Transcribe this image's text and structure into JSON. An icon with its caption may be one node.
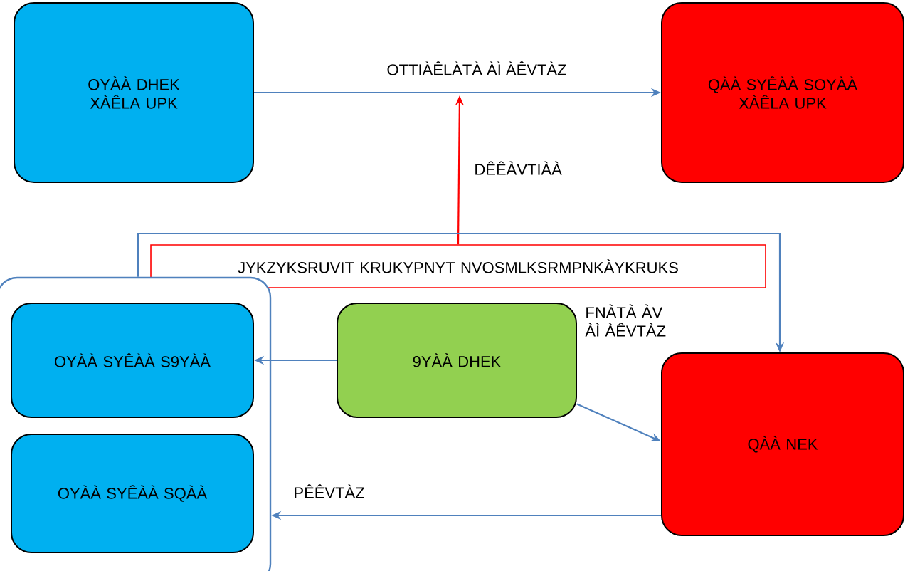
{
  "diagram": {
    "nodes": [
      {
        "text": [
          "OYÀÀ DHEK XÀÊLA UPK"
        ]
      },
      {
        "text": [
          "QÀÀ SYÊÀÀ SOYÀÀ XÀÊLA UPK"
        ]
      },
      {
        "text": [
          "JYKZYKSRUVIT KRUKYPNYT NVOSMLKSRMPNKÀYKRUKS"
        ]
      },
      {
        "text": [],
        "shape": "box"
      },
      {
        "text": [
          "OYÀÀ SYÊÀÀ S9YÀÀ"
        ],
        "in": 3
      },
      {
        "text": [
          "OYÀÀ SYÊÀÀ SQÀÀ"
        ],
        "in": 3
      },
      {
        "text": [
          "9YÀÀ DHEK"
        ]
      },
      {
        "text": [
          "QÀÀ NEK"
        ]
      }
    ],
    "edges": [
      {
        "from": 0,
        "to": 1,
        "arrow": "to",
        "label": "OTTIÀÊLÀTÀ ÀÌ ÀÊVTÀZ"
      },
      {
        "from": 2,
        "to": null,
        "arrow": "to",
        "label": "DÊÊÀVTIÀÀ",
        "color": "#ff0000"
      },
      {
        "from": 3,
        "to": 7,
        "arrow": "to"
      },
      {
        "from": 6,
        "to": 4,
        "arrow": "to"
      },
      {
        "from": 6,
        "to": 7,
        "arrow": "to",
        "label": "FNÀTÀ ÀV ÀÌ ÀÊVTÀZ"
      },
      {
        "from": 7,
        "to": 3,
        "arrow": "to",
        "label": "PÊÊVTÀZ"
      }
    ]
  }
}
